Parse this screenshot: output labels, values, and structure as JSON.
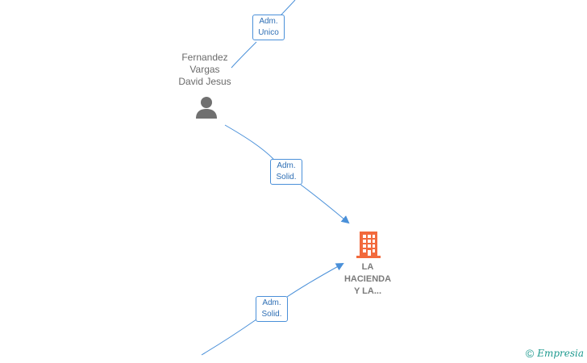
{
  "roles": {
    "top": [
      "Adm.",
      "Unico"
    ],
    "middle": [
      "Adm.",
      "Solid."
    ],
    "bottom": [
      "Adm.",
      "Solid."
    ]
  },
  "person": {
    "name_lines": [
      "Fernandez",
      "Vargas",
      "David Jesus"
    ],
    "icon": "person-icon"
  },
  "company": {
    "name_lines": [
      "LA",
      "HACIENDA",
      "Y LA..."
    ],
    "icon": "building-icon",
    "color": "#f26a3d"
  },
  "colors": {
    "edge": "#4a90d9",
    "brand": "#1e9a8f"
  },
  "brand": {
    "copyright": "©",
    "name": "Empresia"
  }
}
